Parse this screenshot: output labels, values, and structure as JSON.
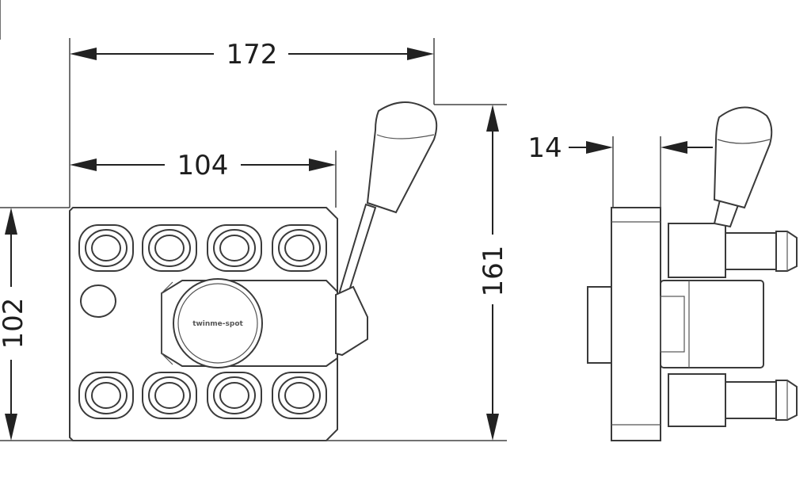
{
  "dimensions": {
    "overall_width": "172",
    "body_width": "104",
    "body_height": "102",
    "overall_height": "161",
    "plate_thickness": "14"
  },
  "logo": {
    "text": "twinme-spot"
  },
  "colors": {
    "line": "#3a3a3a",
    "text": "#1e1e1e",
    "background": "#ffffff"
  }
}
